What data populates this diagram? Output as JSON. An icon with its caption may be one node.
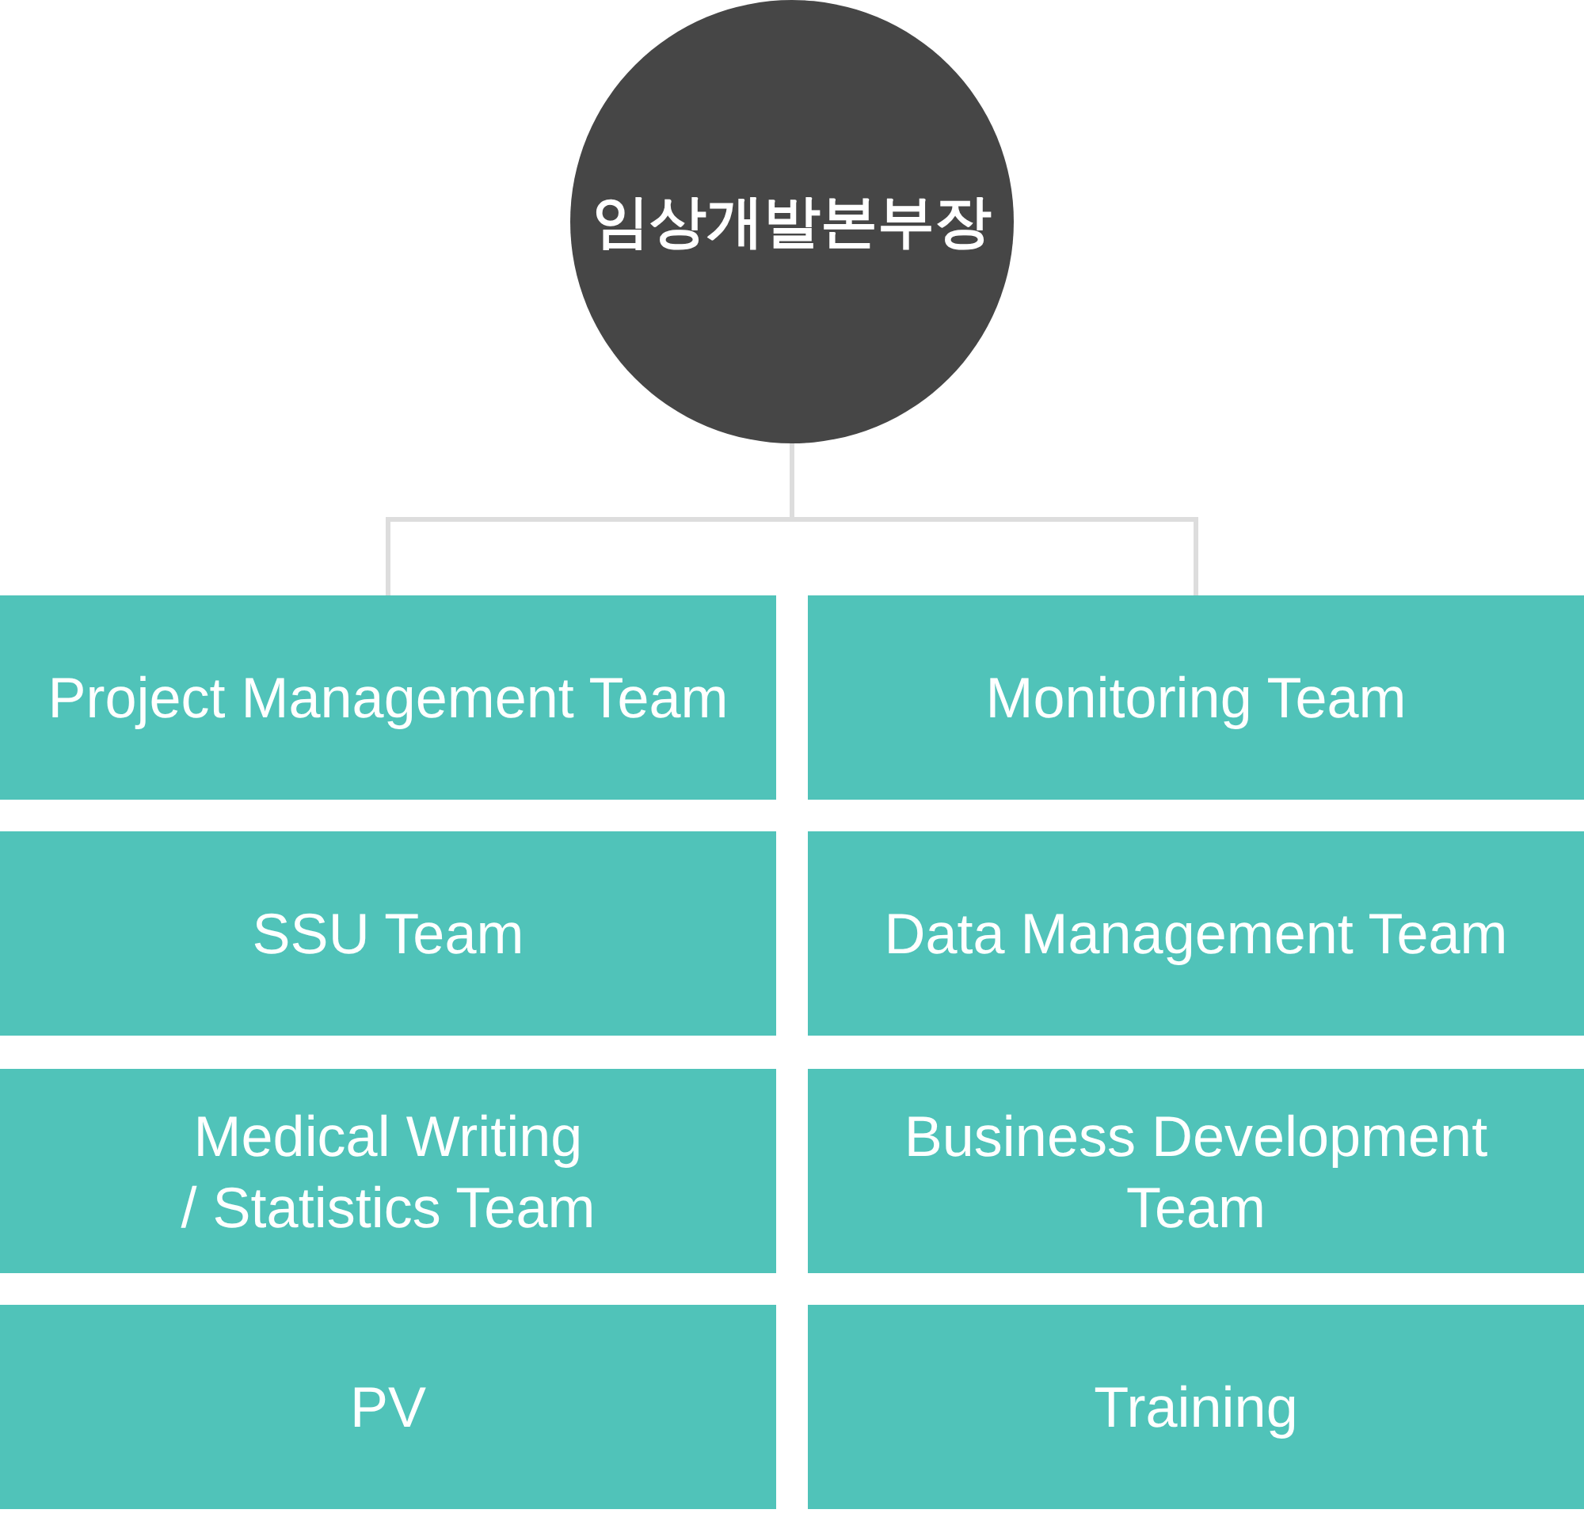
{
  "diagram": {
    "nodes": [
      {
        "text": [
          "임상개발본부장"
        ]
      },
      {
        "text": [
          "Project Management Team"
        ]
      },
      {
        "text": [
          "Monitoring Team"
        ]
      },
      {
        "text": [
          "SSU Team"
        ]
      },
      {
        "text": [
          "Data Management Team"
        ]
      },
      {
        "text": [
          "Medical Writing / Statistics Team"
        ]
      },
      {
        "text": [
          "Business Development Team"
        ]
      },
      {
        "text": [
          "PV"
        ]
      },
      {
        "text": [
          "Training"
        ]
      }
    ],
    "edges": [
      {
        "from": 0,
        "to": 1,
        "arrow": "none"
      },
      {
        "from": 0,
        "to": 2,
        "arrow": "none"
      }
    ]
  }
}
